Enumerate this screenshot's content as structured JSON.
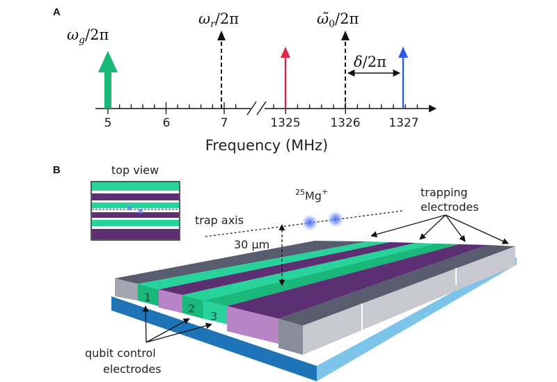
{
  "panel_a": {
    "letter": "A",
    "axis_title": "Frequency (MHz)",
    "ticks": [
      "5",
      "6",
      "7",
      "1325",
      "1326",
      "1327"
    ],
    "labels": {
      "omega_g": "ωg/2π",
      "omega_r": "ωr/2π",
      "omega_0": "ω̃0/2π",
      "delta": "δ/2π"
    },
    "colors": {
      "green": "#1ab77a",
      "red": "#e0284a",
      "blue": "#2e5be6"
    }
  },
  "panel_b": {
    "letter": "B",
    "top_view": "top view",
    "ion_label_sup": "25",
    "ion_label": "Mg",
    "ion_label_charge": "+",
    "trap_axis": "trap axis",
    "distance": "30 μm",
    "trapping_electrodes_1": "trapping",
    "trapping_electrodes_2": "electrodes",
    "qubit_control_1": "qubit control",
    "qubit_control_2": "electrodes",
    "electrode_numbers": [
      "1",
      "2",
      "3"
    ],
    "colors": {
      "green": "#27d39a",
      "purple": "#5c2e72",
      "light_purple": "#b784c6",
      "gray": "#c8c8d0",
      "dark_gray": "#585c6e",
      "blue_base": "#1f74b8",
      "light_blue": "#7cc4ea",
      "ion": "#5a7cf2"
    }
  }
}
